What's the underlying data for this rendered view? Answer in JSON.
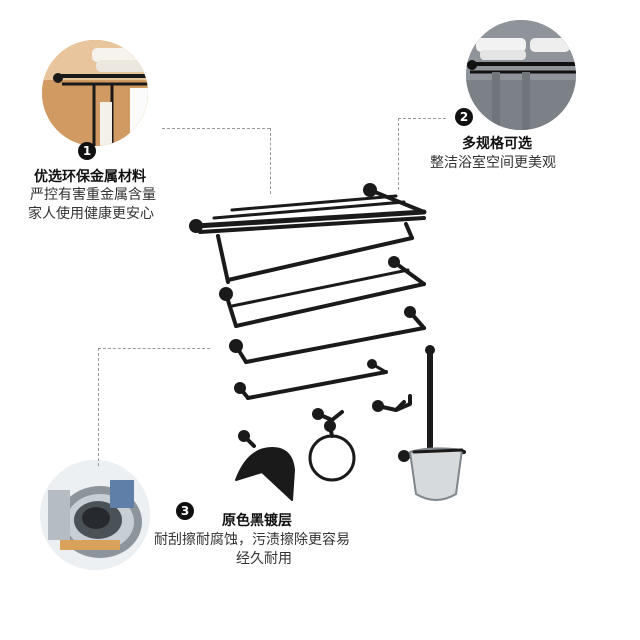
{
  "features": [
    {
      "number": "1",
      "title": "优选环保金属材料",
      "lines": [
        "严控有害重金属含量",
        "家人使用健康更安心"
      ]
    },
    {
      "number": "2",
      "title": "多规格可选",
      "lines": [
        "整洁浴室空间更美观"
      ]
    },
    {
      "number": "3",
      "title": "原色黑镀层",
      "lines": [
        "耐刮擦耐腐蚀，污渍擦除更容易",
        "经久耐用"
      ]
    }
  ],
  "products": [
    {
      "name": "towel-shelf-rack"
    },
    {
      "name": "double-towel-bar"
    },
    {
      "name": "single-towel-bar"
    },
    {
      "name": "short-towel-bar"
    },
    {
      "name": "double-robe-hook"
    },
    {
      "name": "single-robe-hook"
    },
    {
      "name": "toilet-paper-holder"
    },
    {
      "name": "towel-ring"
    },
    {
      "name": "toilet-brush-holder"
    }
  ],
  "colors": {
    "product": "#1a1a1a",
    "badge": "#111111",
    "dash": "#999999"
  }
}
